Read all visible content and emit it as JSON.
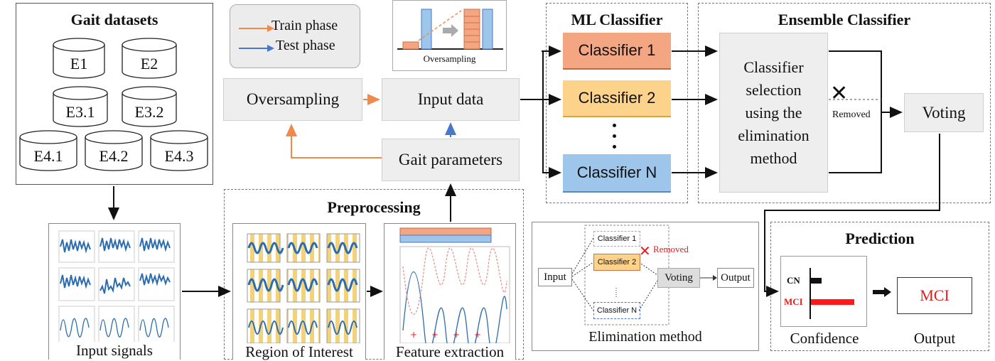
{
  "gait_datasets": {
    "title": "Gait datasets",
    "datasets": [
      "E1",
      "E2",
      "E3.1",
      "E3.2",
      "E4.1",
      "E4.2",
      "E4.3"
    ]
  },
  "legend": {
    "train": "Train phase",
    "test": "Test phase",
    "train_color": "#f08a4b",
    "test_color": "#4a78c8"
  },
  "oversampling_thumb": {
    "caption": "Oversampling"
  },
  "flow": {
    "oversampling": "Oversampling",
    "input_data": "Input data",
    "gait_parameters": "Gait parameters"
  },
  "ml_classifier": {
    "title": "ML Classifier",
    "classifiers": [
      {
        "label": "Classifier 1",
        "color": "#f4a582"
      },
      {
        "label": "Classifier 2",
        "color": "#fdd28a"
      },
      {
        "label": "Classifier N",
        "color": "#9ec5ea"
      }
    ]
  },
  "ensemble": {
    "title": "Ensemble Classifier",
    "selection": "Classifier selection using the elimination method",
    "removed": "Removed",
    "voting": "Voting"
  },
  "preprocessing": {
    "title": "Preprocessing",
    "roi": "Region of Interest",
    "feature": "Feature extraction"
  },
  "input_signals": {
    "caption": "Input signals"
  },
  "elimination": {
    "caption": "Elimination method",
    "input": "Input",
    "c1": "Classifier 1",
    "c2": "Classifier 2",
    "cn": "Classifier N",
    "removed": "Removed",
    "voting": "Voting",
    "output": "Output"
  },
  "prediction": {
    "title": "Prediction",
    "cn": "CN",
    "mci": "MCI",
    "confidence": "Confidence",
    "output": "Output",
    "output_value": "MCI",
    "cn_confidence": 0.2,
    "mci_confidence": 0.8
  }
}
